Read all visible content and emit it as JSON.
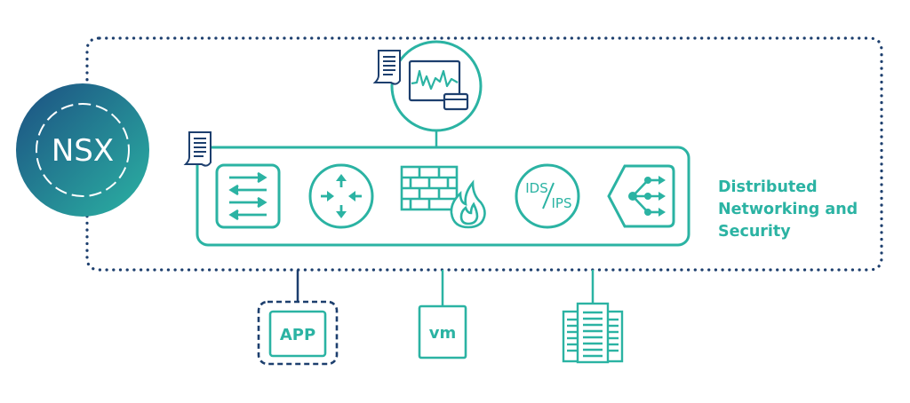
{
  "diagram": {
    "nsx_label": "NSX",
    "ids_label": "IDS",
    "ips_label": "IPS",
    "description_lines": [
      "Distributed",
      "Networking and",
      "Security"
    ],
    "app_label": "APP",
    "vm_label": "vm",
    "icons": {
      "log_top": "document-scroll-icon",
      "monitor": "monitoring-display-icon",
      "log_left": "document-scroll-icon",
      "switch": "switch-arrows-icon",
      "router": "router-icon",
      "firewall": "firewall-icon",
      "ids_ips": "ids-ips-icon",
      "load_balancer": "load-balancer-icon",
      "physical_server": "server-rack-icon"
    },
    "colors": {
      "teal": "#2bb3a3",
      "navy": "#1d3f6e",
      "nsx_gradient_start": "#1e5a86",
      "nsx_gradient_end": "#2bb3a3"
    }
  }
}
